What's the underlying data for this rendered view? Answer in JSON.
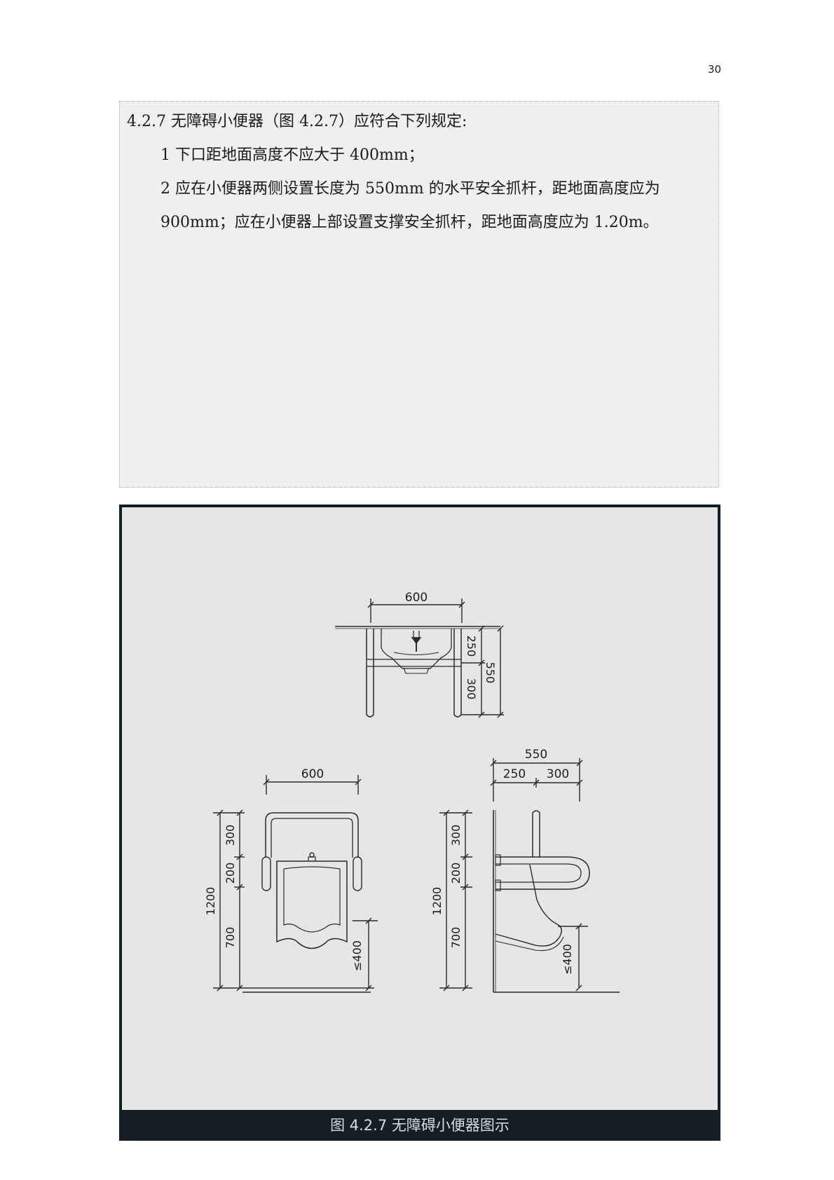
{
  "page": {
    "number": "30"
  },
  "clause": {
    "heading": "4.2.7 无障碍小便器（图 4.2.7）应符合下列规定:",
    "item1": "1  下口距地面高度不应大于 400mm；",
    "item2_line1": "2  应在小便器两侧设置长度为  550mm  的水平安全抓杆，距地面高度应为",
    "item2_line2": "900mm；应在小便器上部设置支撑安全抓杆，距地面高度应为 1.20m。"
  },
  "figure": {
    "caption": "图 4.2.7  无障碍小便器图示",
    "plan_view": {
      "width": "600",
      "depth_front": "250",
      "depth_back": "300",
      "depth_total": "550"
    },
    "front_view": {
      "width": "600",
      "top_segment": "300",
      "middle_segment": "200",
      "bottom_segment": "700",
      "total_height": "1200",
      "rim_height": "≤400"
    },
    "side_view": {
      "depth_total": "550",
      "depth_front": "250",
      "depth_back": "300",
      "top_segment": "300",
      "middle_segment": "200",
      "bottom_segment": "700",
      "total_height": "1200",
      "rim_height": "≤400"
    },
    "colors": {
      "frame": "#131f24",
      "background": "#e6e6e6",
      "clause_box": "#f0f0f0"
    }
  }
}
